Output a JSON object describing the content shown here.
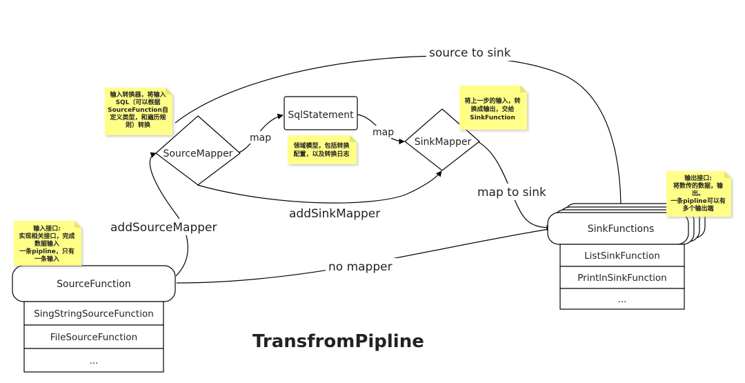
{
  "title": "TransfromPipline",
  "nodes": {
    "source_function": {
      "label": "SourceFunction",
      "rows": [
        "SingStringSourceFunction",
        "FileSourceFunction",
        "..."
      ]
    },
    "sink_functions": {
      "label": "SinkFunctions",
      "rows": [
        "ListSinkFunction",
        "PrintlnSinkFunction",
        "..."
      ]
    },
    "source_mapper": {
      "label": "SourceMapper"
    },
    "sql_statement": {
      "label": "SqlStatement"
    },
    "sink_mapper": {
      "label": "SinkMapper"
    }
  },
  "edges": {
    "source_to_sink": "source to sink",
    "map_1": "map",
    "map_2": "map",
    "add_sink_mapper": "addSinkMapper",
    "add_source_mapper": "addSourceMapper",
    "no_mapper": "no mapper",
    "map_to_sink": "map to sink"
  },
  "notes": {
    "input_interface": [
      "输入接口:",
      "实现相关接口，完成",
      "数据输入",
      "一条pipline，只有",
      "一条输入"
    ],
    "input_converter": [
      "输入转换器，将输入",
      "SQL（可以根据",
      "SourceFunction自",
      "定义类型，和遍历规",
      "则）转换"
    ],
    "domain_model": [
      "领域模型，包括转换",
      "配置，以及转换日志"
    ],
    "sink_mapper_note": [
      "将上一步的输入，转",
      "换成输出，交给",
      "SinkFunction"
    ],
    "output_interface": [
      "输出接口:",
      "将数传的数据，输",
      "出。",
      "一条pipline可以有",
      "多个输出端"
    ]
  },
  "colors": {
    "note_fill": "#ffff88",
    "stroke": "#000000"
  }
}
